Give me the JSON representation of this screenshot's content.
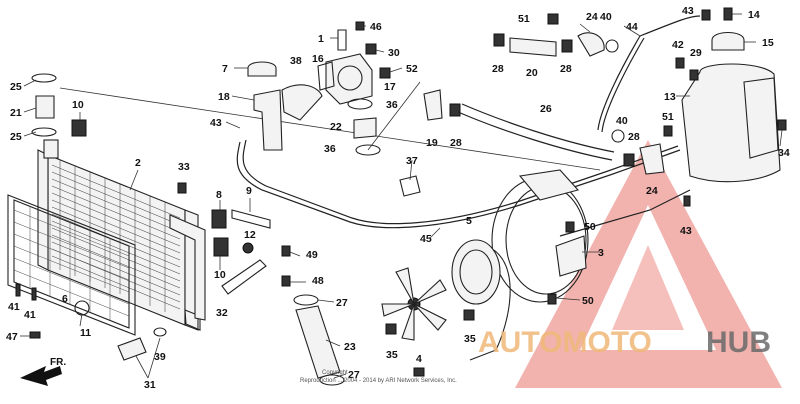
{
  "diagram": {
    "front_marker": "FR.",
    "copyright_lines": [
      "Copyright",
      "Reproduction ... 2004 - 2014 by ARI Network Services, Inc."
    ],
    "watermark": {
      "part1": "AUTOMOTO",
      "part2": "HUB",
      "colors": {
        "triangle": "#e8746b",
        "part1": "#f0b879",
        "part2": "#6a6a6a"
      }
    },
    "callouts": [
      {
        "id": "c1",
        "text": "1"
      },
      {
        "id": "c2",
        "text": "2"
      },
      {
        "id": "c3",
        "text": "3"
      },
      {
        "id": "c4",
        "text": "4"
      },
      {
        "id": "c5",
        "text": "5"
      },
      {
        "id": "c6",
        "text": "6"
      },
      {
        "id": "c7",
        "text": "7"
      },
      {
        "id": "c8",
        "text": "8"
      },
      {
        "id": "c9",
        "text": "9"
      },
      {
        "id": "c10a",
        "text": "10"
      },
      {
        "id": "c10b",
        "text": "10"
      },
      {
        "id": "c11",
        "text": "11"
      },
      {
        "id": "c12",
        "text": "12"
      },
      {
        "id": "c13",
        "text": "13"
      },
      {
        "id": "c14",
        "text": "14"
      },
      {
        "id": "c15",
        "text": "15"
      },
      {
        "id": "c16",
        "text": "16"
      },
      {
        "id": "c17",
        "text": "17"
      },
      {
        "id": "c18",
        "text": "18"
      },
      {
        "id": "c19",
        "text": "19"
      },
      {
        "id": "c20",
        "text": "20"
      },
      {
        "id": "c21",
        "text": "21"
      },
      {
        "id": "c22",
        "text": "22"
      },
      {
        "id": "c23",
        "text": "23"
      },
      {
        "id": "c24a",
        "text": "24"
      },
      {
        "id": "c24b",
        "text": "24"
      },
      {
        "id": "c25a",
        "text": "25"
      },
      {
        "id": "c25b",
        "text": "25"
      },
      {
        "id": "c26",
        "text": "26"
      },
      {
        "id": "c27a",
        "text": "27"
      },
      {
        "id": "c27b",
        "text": "27"
      },
      {
        "id": "c28a",
        "text": "28"
      },
      {
        "id": "c28b",
        "text": "28"
      },
      {
        "id": "c28c",
        "text": "28"
      },
      {
        "id": "c28d",
        "text": "28"
      },
      {
        "id": "c29",
        "text": "29"
      },
      {
        "id": "c30",
        "text": "30"
      },
      {
        "id": "c31",
        "text": "31"
      },
      {
        "id": "c32",
        "text": "32"
      },
      {
        "id": "c33",
        "text": "33"
      },
      {
        "id": "c34",
        "text": "34"
      },
      {
        "id": "c35a",
        "text": "35"
      },
      {
        "id": "c35b",
        "text": "35"
      },
      {
        "id": "c36a",
        "text": "36"
      },
      {
        "id": "c36b",
        "text": "36"
      },
      {
        "id": "c37",
        "text": "37"
      },
      {
        "id": "c38",
        "text": "38"
      },
      {
        "id": "c39",
        "text": "39"
      },
      {
        "id": "c40a",
        "text": "40"
      },
      {
        "id": "c40b",
        "text": "40"
      },
      {
        "id": "c41a",
        "text": "41"
      },
      {
        "id": "c41b",
        "text": "41"
      },
      {
        "id": "c42",
        "text": "42"
      },
      {
        "id": "c43a",
        "text": "43"
      },
      {
        "id": "c43b",
        "text": "43"
      },
      {
        "id": "c43c",
        "text": "43"
      },
      {
        "id": "c44",
        "text": "44"
      },
      {
        "id": "c45",
        "text": "45"
      },
      {
        "id": "c46",
        "text": "46"
      },
      {
        "id": "c47",
        "text": "47"
      },
      {
        "id": "c48",
        "text": "48"
      },
      {
        "id": "c49",
        "text": "49"
      },
      {
        "id": "c50a",
        "text": "50"
      },
      {
        "id": "c50b",
        "text": "50"
      },
      {
        "id": "c51a",
        "text": "51"
      },
      {
        "id": "c51b",
        "text": "51"
      },
      {
        "id": "c52",
        "text": "52"
      }
    ]
  }
}
